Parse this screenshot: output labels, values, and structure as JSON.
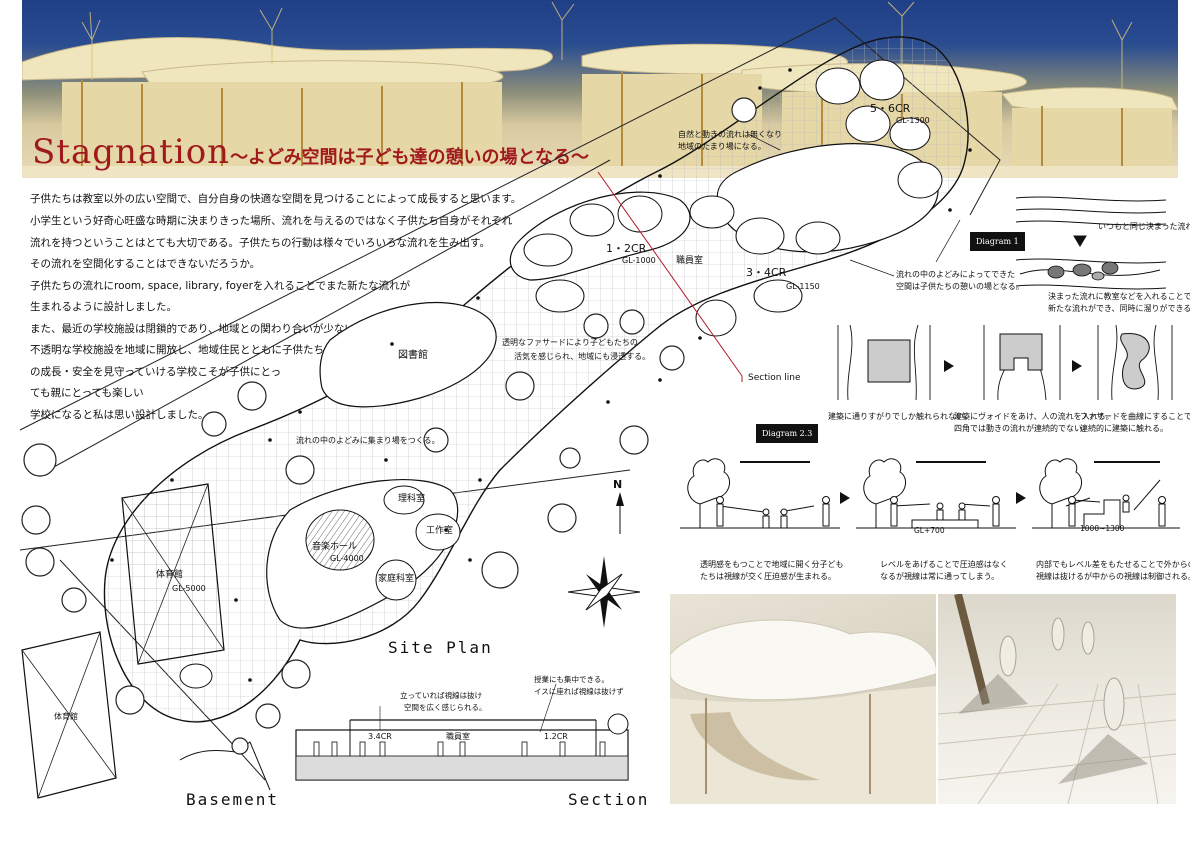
{
  "title": {
    "main": "Stagnation",
    "sub": "〜よどみ空間は子ども達の憩いの場となる〜"
  },
  "intro": [
    "子供たちは教室以外の広い空間で、自分自身の快適な空間を見つけることによって成長すると思います。",
    "小学生という好奇心旺盛な時期に決まりきった場所、流れを与えるのではなく子供たち自身がそれぞれ",
    "流れを持つということはとても大切である。子供たちの行動は様々でいろいろな流れを生み出す。",
    "その流れを空間化することはできないだろうか。",
    "子供たちの流れにroom, space, library, foyerを入れることでまた新たな流れが",
    "生まれるように設計しました。",
    "また、最近の学校施設は閉鎖的であり、地域との関わり合いが少ない。",
    "不透明な学校施設を地域に開放し、地域住民とともに子供たち",
    "の成長・安全を見守っていける学校こそが子供にとっ",
    "ても親にとっても楽しい",
    "学校になると私は思い設計しました。"
  ],
  "plan": {
    "rooms": {
      "cr56": "5・6CR",
      "gl1300": "GL-1300",
      "cr12": "1・2CR",
      "gl1000": "GL-1000",
      "staff": "職員室",
      "cr34": "3・4CR",
      "gl1150": "GL-1150",
      "library": "図書館",
      "science": "理科室",
      "craft": "工作室",
      "music": "音楽ホール",
      "gl4000": "GL-4000",
      "homeec": "家庭科室",
      "gym": "体育館",
      "gl5000": "GL-5000",
      "gym2": "体育館"
    },
    "notes": {
      "top": [
        "自然と動きの流れは無くなり",
        "地域のたまり場になる。"
      ],
      "right": [
        "流れの中のよどみによってできた",
        "空間は子供たちの憩いの場となる。"
      ],
      "facade": [
        "透明なファサードにより子どもたちの",
        "活気を感じられ、地域にも浸透する。"
      ],
      "gather": "流れの中のよどみに集まり場をつくる。",
      "section_line": "Section line"
    },
    "north": "N"
  },
  "captions": {
    "site_plan": "Site  Plan",
    "basement": "Basement",
    "section": "Section"
  },
  "section_drawing": {
    "note1": [
      "立っていれば視線は抜け",
      "空間を広く感じられる。"
    ],
    "note2": [
      "授業にも集中できる。",
      "イスに座れば視線は抜けず"
    ],
    "cr34": "3.4CR",
    "staff": "職員室",
    "cr12": "1.2CR"
  },
  "diagram1": {
    "badge": "Diagram 1",
    "text1": "いつもと同じ決まった流れ。",
    "text2": [
      "決まった流れに教室などを入れることで",
      "新たな流れができ、同時に溜りができる。"
    ],
    "caps": [
      [
        "建築に通りすがりでしか触れられない。"
      ],
      [
        "建築にヴォイドをあけ、人の流れを入れる。",
        "四角では動きの流れが連続的でない。"
      ],
      [
        "ファサードを曲線にすることで流れが",
        "連続的に建築に触れる。"
      ]
    ]
  },
  "diagram23": {
    "badge": "Diagram 2.3",
    "gl700": "GL+700",
    "gl1000": "1000~1300",
    "caps": [
      [
        "透明感をもつことで地域に開く分子ども",
        "たちは視線が交く圧迫感が生まれる。"
      ],
      [
        "レベルをあげることで圧迫感はなく",
        "なるが視線は常に通ってしまう。"
      ],
      [
        "内部でもレベル差をもたせることで外からの",
        "視線は抜けるが中からの視線は制御される。"
      ]
    ]
  },
  "colors": {
    "title_red": "#a0191c",
    "sky_blue": "#24478f",
    "model_cream": "#f2e9c4"
  }
}
